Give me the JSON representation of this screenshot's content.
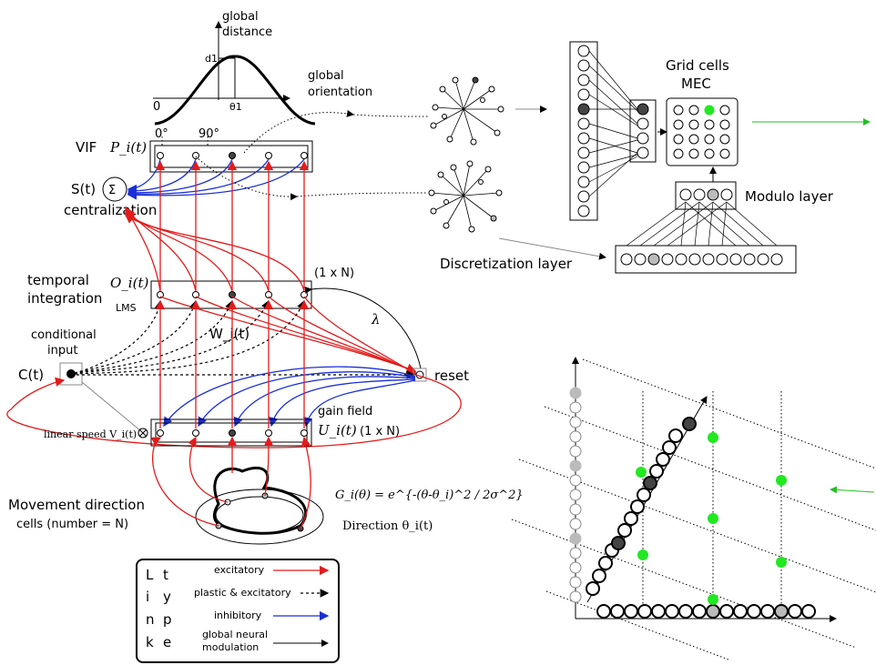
{
  "labels": {
    "global_distance": [
      "global",
      "distance"
    ],
    "global_orientation": [
      "global",
      "orientation"
    ],
    "d1": "d1",
    "theta1": "θ1",
    "zero_axis": "0",
    "zero_deg": "0°",
    "ninety_deg": "90°",
    "vif": "VIF",
    "p_i": "P_i(t)",
    "s_t": "S(t)",
    "sigma": "Σ",
    "centralization": "centralization",
    "temporal": [
      "temporal",
      "integration"
    ],
    "o_i": "O_i(t)",
    "lms": "LMS",
    "one_by_n_top": "(1 x N)",
    "lambda": "λ",
    "w_i": "W_i(t)",
    "conditional_input": [
      "conditional",
      "input"
    ],
    "c_t": "C(t)",
    "reset": "reset",
    "gain_field": "gain field",
    "u_i": "U_i(t)",
    "one_by_n_bottom": "(1 x N)",
    "linear_speed": "linear speed V_i(t)",
    "movement_cells": [
      "Movement direction",
      "cells   (number = N)"
    ],
    "g_formula": "G_i(θ) = e^{-(θ-θ_i)^2 / 2σ^2}",
    "direction": "Direction θ_i(t)",
    "discretization_layer": "Discretization layer",
    "grid_cells": [
      "Grid cells",
      "MEC"
    ],
    "modulo_layer": "Modulo layer"
  },
  "legend": {
    "vertical_word_1": [
      "L",
      "i",
      "n",
      "k"
    ],
    "vertical_word_2": [
      "t",
      "y",
      "p",
      "e"
    ],
    "items": [
      {
        "label": "excitatory",
        "color": "#e31b1b",
        "style": "solid"
      },
      {
        "label": "plastic & excitatory",
        "color": "#000000",
        "style": "dashed"
      },
      {
        "label": "inhibitory",
        "color": "#1a2fd8",
        "style": "solid"
      },
      {
        "label": "global neural modulation",
        "color": "#000000",
        "style": "solid"
      }
    ]
  },
  "colors": {
    "excitatory": "#e31b1b",
    "inhibitory": "#1a2fd8",
    "grid_active": "#22e822",
    "dark_cell": "#444444",
    "grey_cell": "#bdbdbd"
  }
}
